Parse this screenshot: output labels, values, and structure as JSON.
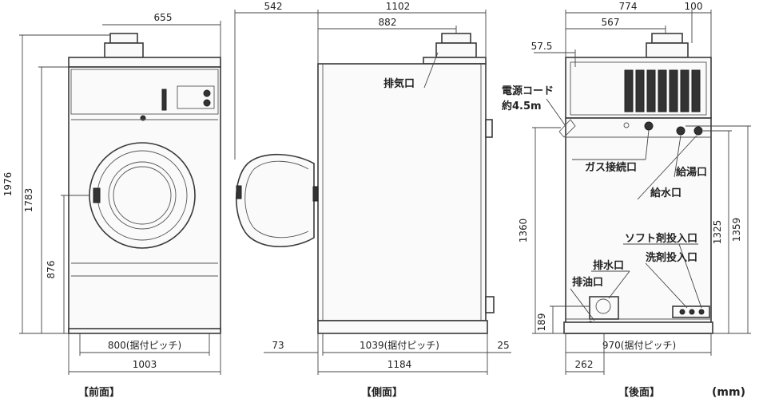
{
  "unit": "(mm)",
  "views": {
    "front": {
      "caption": "【前面】",
      "dims": {
        "top_width": "655",
        "height_total": "1976",
        "height_body": "1783",
        "height_door": "876",
        "pitch": "800(据付ピッチ)",
        "width": "1003"
      }
    },
    "side": {
      "caption": "【側面】",
      "exhaust_label": "排気口",
      "dims": {
        "door_open": "542",
        "depth_total": "1102",
        "exhaust_pos": "882",
        "front_offset": "73",
        "pitch": "1039(据付ピッチ)",
        "rear_offset": "25",
        "depth": "1184"
      }
    },
    "back": {
      "caption": "【後面】",
      "labels": {
        "power_cord": "電源コード",
        "power_cord_len": "約4.5m",
        "gas": "ガス接続口",
        "hot_water": "給湯口",
        "water": "給水口",
        "softener": "ソフト剤投入口",
        "detergent": "洗剤投入口",
        "drain": "排水口",
        "oil_drain": "排油口"
      },
      "dims": {
        "top_total": "774",
        "top_right": "100",
        "exhaust_pos": "567",
        "left_offset": "57.5",
        "h1360": "1360",
        "h1325": "1325",
        "h1359": "1359",
        "h189": "189",
        "pitch": "970(据付ピッチ)",
        "drain_pos": "262"
      }
    }
  }
}
